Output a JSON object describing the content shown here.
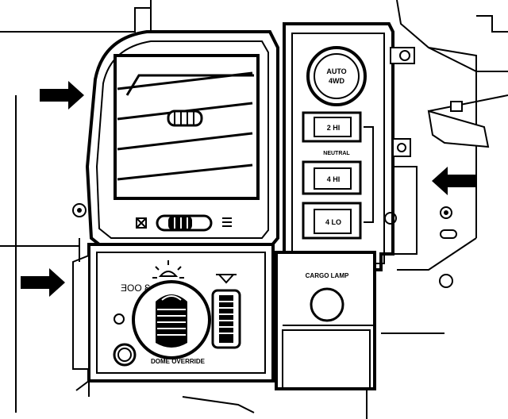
{
  "labels": {
    "auto_4wd_line1": "AUTO",
    "auto_4wd_line2": "4WD",
    "two_hi": "2 HI",
    "neutral": "NEUTRAL",
    "four_hi": "4 HI",
    "four_lo": "4 LO",
    "cargo_lamp": "CARGO LAMP",
    "dome_override": "DOME OVERRIDE"
  },
  "colors": {
    "ink": "#000000",
    "paper": "#ffffff"
  },
  "icons": [
    "arrow-right-icon",
    "arrow-left-icon",
    "headlamp-icon",
    "dome-lamp-icon",
    "parking-lamp-icon",
    "vent-closed-icon",
    "vent-open-icon"
  ]
}
